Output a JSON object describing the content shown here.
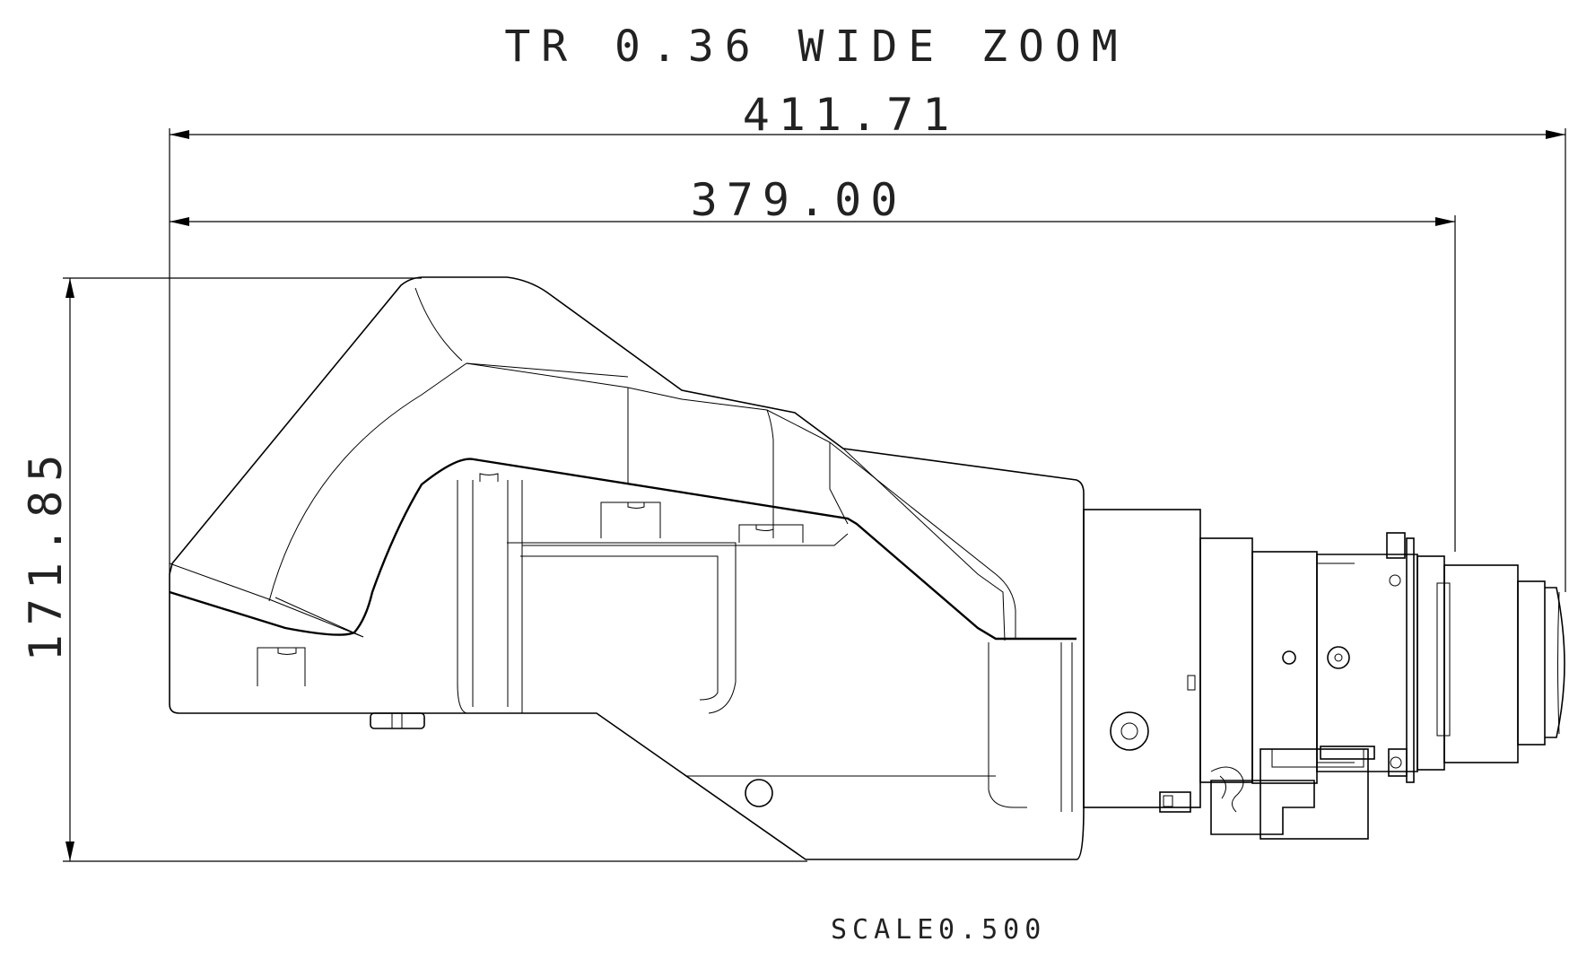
{
  "drawing": {
    "title": "TR 0.36 WIDE ZOOM",
    "dimensions": {
      "overall_length": "411.71",
      "body_length": "379.00",
      "height": "171.85"
    },
    "scale_label": "SCALE",
    "scale_value": "0.500"
  }
}
